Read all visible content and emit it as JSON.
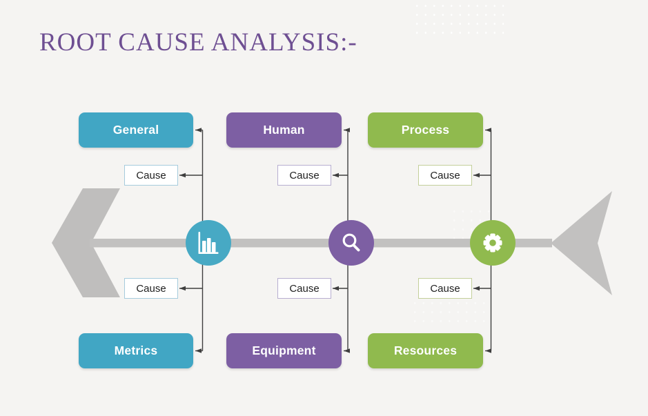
{
  "title": "ROOT CAUSE ANALYSIS:-",
  "background_color": "#f5f4f2",
  "title_color": "#6e4f92",
  "skeleton": {
    "bone_color": "#c2c1c0",
    "connector_color": "#3e3e3e"
  },
  "cause_label": "Cause",
  "categories": {
    "top": [
      {
        "label": "General",
        "color": "#41a6c4",
        "cause_border": "#a5cbdd"
      },
      {
        "label": "Human",
        "color": "#7d5fa3",
        "cause_border": "#b7aed0"
      },
      {
        "label": "Process",
        "color": "#90ba4e",
        "cause_border": "#c3cf9a"
      }
    ],
    "bottom": [
      {
        "label": "Metrics",
        "color": "#41a6c4",
        "cause_border": "#a5cbdd"
      },
      {
        "label": "Equipment",
        "color": "#7d5fa3",
        "cause_border": "#b7aed0"
      },
      {
        "label": "Resources",
        "color": "#90ba4e",
        "cause_border": "#c3cf9a"
      }
    ]
  },
  "spine_nodes": [
    {
      "icon": "bar-chart",
      "color": "#47a9c4"
    },
    {
      "icon": "magnifier",
      "color": "#7d5fa3"
    },
    {
      "icon": "gear",
      "color": "#90ba4e"
    }
  ]
}
